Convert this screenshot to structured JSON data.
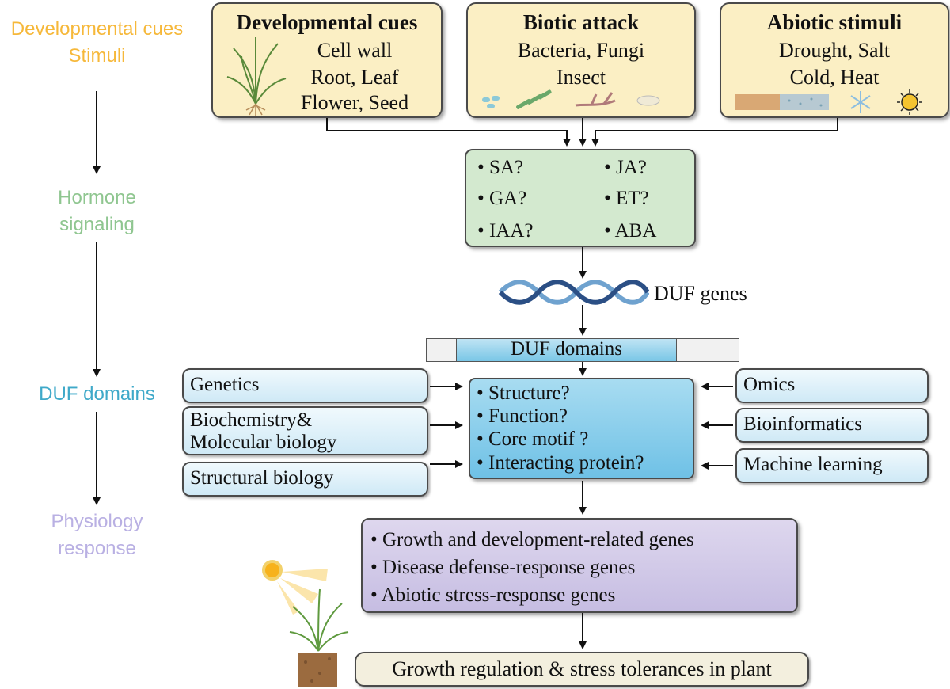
{
  "stages": {
    "stimuli_line1": "Developmental cues",
    "stimuli_line2": "Stimuli",
    "hormone_line1": "Hormone",
    "hormone_line2": "signaling",
    "duf": "DUF domains",
    "physiology_line1": "Physiology",
    "physiology_line2": "response"
  },
  "inputs": [
    {
      "title": "Developmental cues",
      "lines": [
        "Cell wall",
        "Root, Leaf",
        "Flower, Seed"
      ]
    },
    {
      "title": "Biotic attack",
      "lines": [
        "Bacteria, Fungi",
        "Insect"
      ]
    },
    {
      "title": "Abiotic stimuli",
      "lines": [
        "Drought, Salt",
        "Cold, Heat"
      ]
    }
  ],
  "hormones": [
    "• SA?",
    "• JA?",
    "• GA?",
    "• ET?",
    "• IAA?",
    "• ABA"
  ],
  "duf_genes": "DUF genes",
  "duf_domains_bar": "DUF domains",
  "left_methods": [
    "Genetics",
    "Biochemistry&",
    "Molecular biology",
    "Structural biology"
  ],
  "right_methods": [
    "Omics",
    "Bioinformatics",
    "Machine learning"
  ],
  "questions": [
    "• Structure?",
    "• Function?",
    "• Core motif ?",
    "• Interacting protein?"
  ],
  "responses": [
    "• Growth and development-related genes",
    "• Disease defense-response genes",
    "• Abiotic stress-response genes"
  ],
  "outcome": "Growth regulation & stress tolerances in plant",
  "colors": {
    "stimuli": "#f6b83a",
    "hormone": "#8fc690",
    "duf": "#3fa9c9",
    "physiology": "#b9b0e3"
  }
}
